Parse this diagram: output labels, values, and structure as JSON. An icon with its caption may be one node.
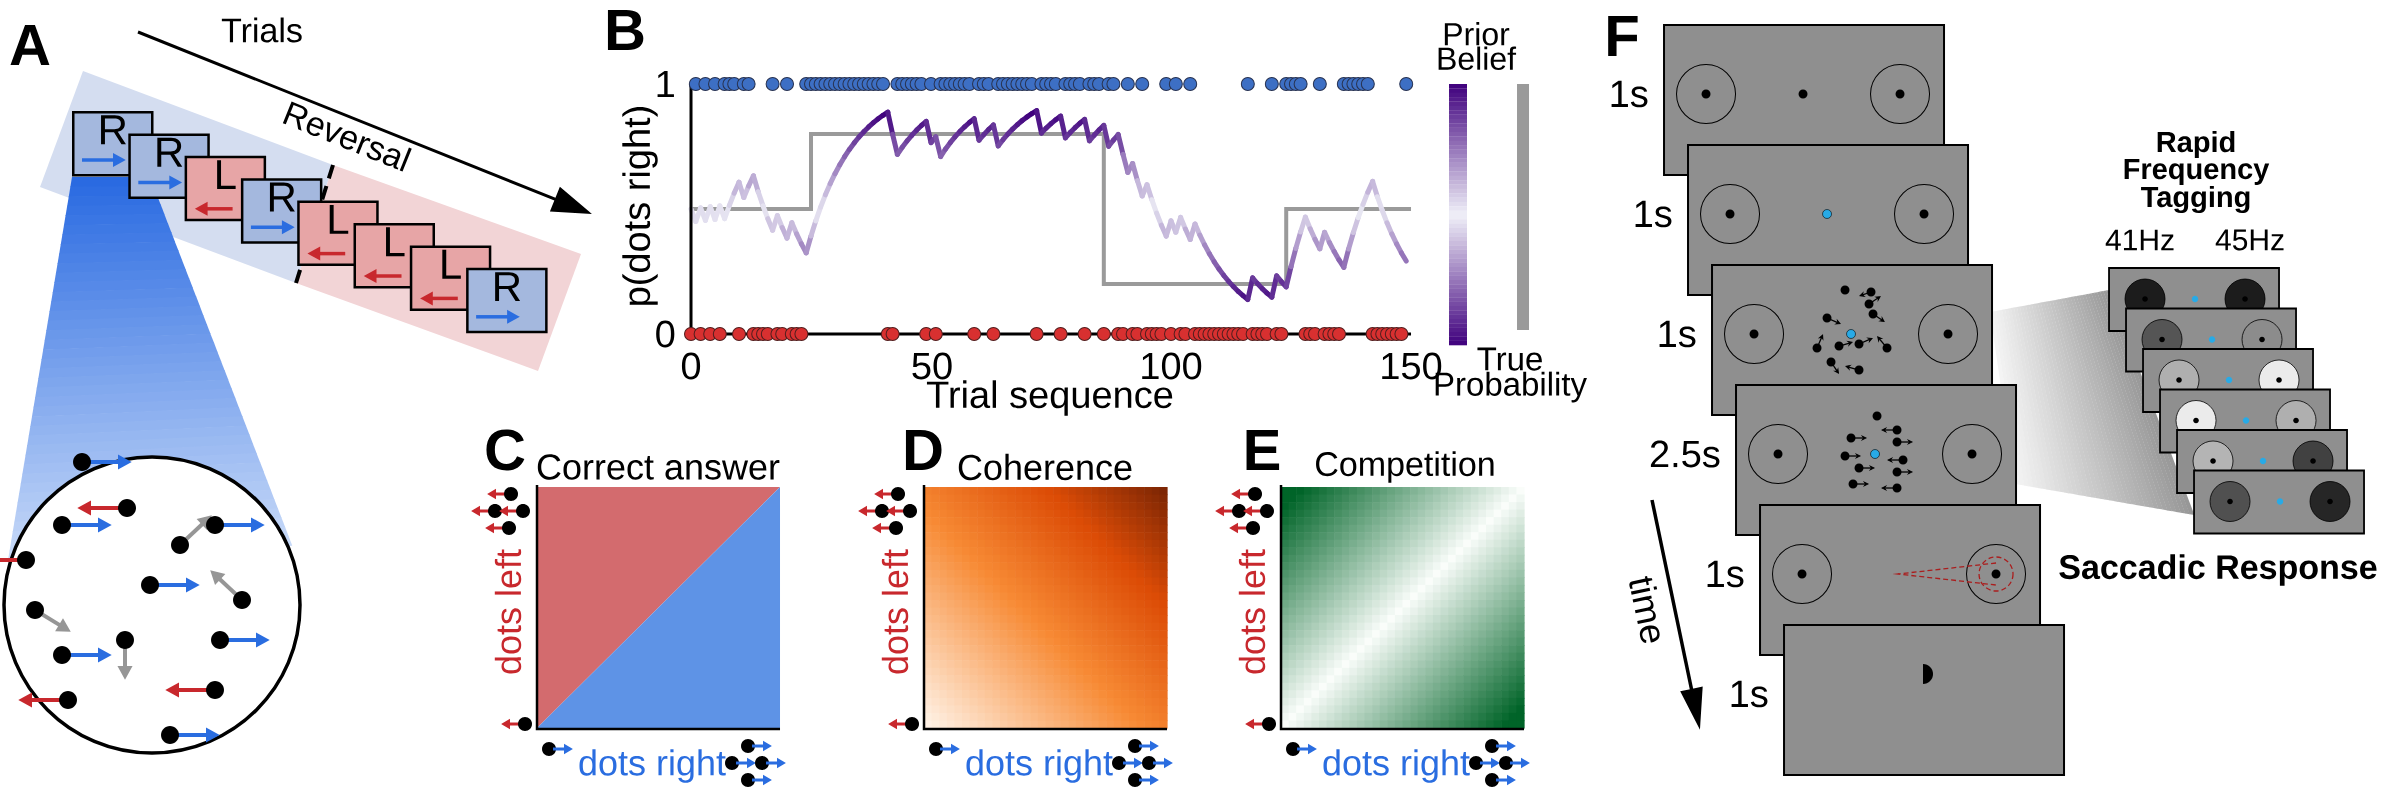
{
  "diagram": {
    "nodes": [
      {
        "text": [
          "R"
        ]
      },
      {
        "text": [
          "R"
        ]
      },
      {
        "text": [
          "L"
        ]
      },
      {
        "text": [
          "R"
        ]
      },
      {
        "text": [
          "L"
        ]
      },
      {
        "text": [
          "L"
        ]
      },
      {
        "text": [
          "L"
        ]
      },
      {
        "text": [
          "R"
        ]
      },
      {
        "text": [],
        "shape": "box",
        "beside": [
          "1s"
        ]
      },
      {
        "text": [],
        "shape": "box",
        "beside": [
          "1s"
        ]
      },
      {
        "text": [],
        "shape": "box",
        "beside": [
          "1s"
        ]
      },
      {
        "text": [],
        "shape": "box",
        "beside": [
          "2.5s"
        ]
      },
      {
        "text": [],
        "shape": "box",
        "beside": [
          "1s"
        ]
      },
      {
        "text": [],
        "shape": "box",
        "beside": [
          "1s"
        ]
      }
    ],
    "labels": [
      "A",
      "Trials",
      "Reversal",
      "B",
      "1",
      "0",
      "0",
      "50",
      "100",
      "150",
      "p(dots right)",
      "Trial sequence",
      "Prior Belief",
      "True Probability",
      "C",
      "Correct answer",
      "dots left",
      "dots right",
      "D",
      "Coherence",
      "dots left",
      "dots right",
      "E",
      "Competition",
      "dots left",
      "dots right",
      "F",
      "time",
      "Rapid Frequency Tagging",
      "41Hz",
      "45Hz",
      "Saccadic Response"
    ]
  }
}
